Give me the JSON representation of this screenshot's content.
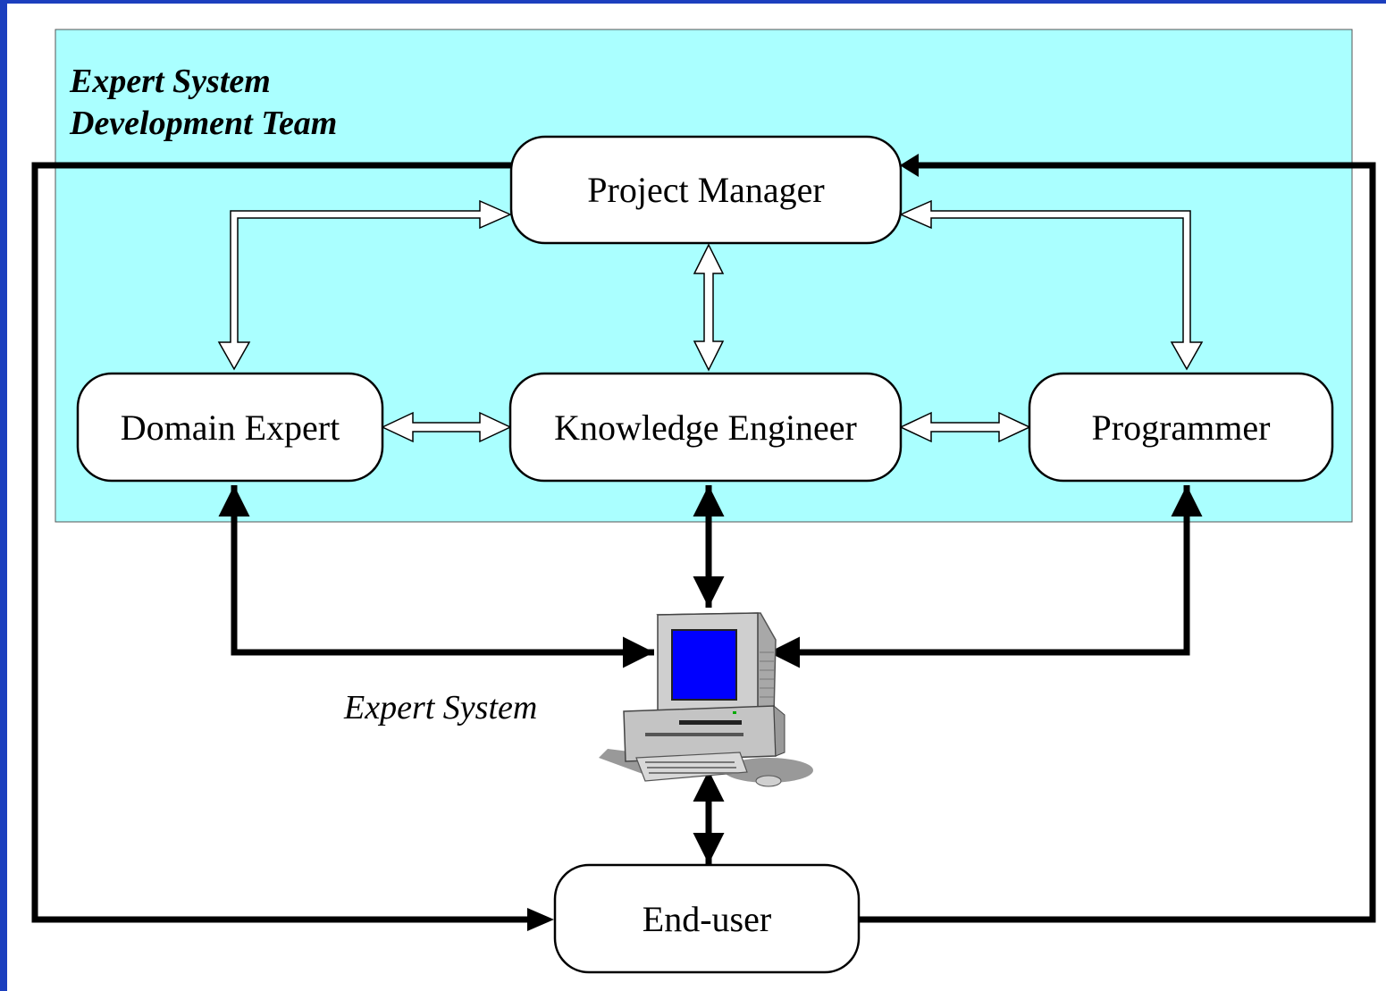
{
  "team": {
    "title_line1": "Expert System",
    "title_line2": "Development Team"
  },
  "nodes": {
    "project_manager": "Project Manager",
    "domain_expert": "Domain Expert",
    "knowledge_engineer": "Knowledge Engineer",
    "programmer": "Programmer",
    "end_user": "End-user"
  },
  "expert_system_label": "Expert System",
  "colors": {
    "background": "#1c3fbe",
    "team_area": "#aaffff",
    "box_fill": "#ffffff",
    "monitor_screen": "#0000ff",
    "computer_body": "#c0c0c0"
  }
}
